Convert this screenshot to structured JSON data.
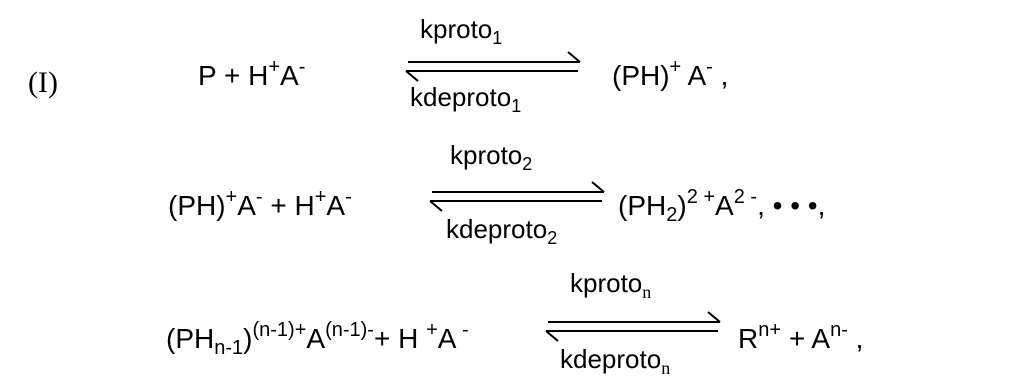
{
  "label": "(I)",
  "reactions": [
    {
      "left": [
        "P + H",
        "+",
        "A",
        "-"
      ],
      "k_forward": {
        "base": "k",
        "main": "proto",
        "sub": "1"
      },
      "k_reverse": {
        "base": "k",
        "main": "deproto",
        "sub": "1"
      },
      "right": [
        "(PH)",
        "+",
        " A",
        "-",
        " ,"
      ]
    },
    {
      "left": [
        "(PH)",
        "+",
        "A",
        "-",
        " + H",
        "+",
        "A",
        "-"
      ],
      "k_forward": {
        "base": "k",
        "main": "proto",
        "sub": "2"
      },
      "k_reverse": {
        "base": "k",
        "main": "deproto",
        "sub": "2"
      },
      "right": [
        "(PH",
        "2",
        ")",
        "2 +",
        "A",
        "2 -",
        ", • • •,"
      ]
    },
    {
      "left": [
        "(PH",
        "n-1",
        ")",
        "(n-1)+",
        "A",
        "(n-1)-",
        "+ H ",
        "+",
        "A",
        " -"
      ],
      "k_forward": {
        "base": "k",
        "main": "proto",
        "sub": "n"
      },
      "k_reverse": {
        "base": "k",
        "main": "deproto",
        "sub": "n"
      },
      "right": [
        "R",
        "n+",
        " + A",
        "n-",
        " ,"
      ]
    }
  ]
}
